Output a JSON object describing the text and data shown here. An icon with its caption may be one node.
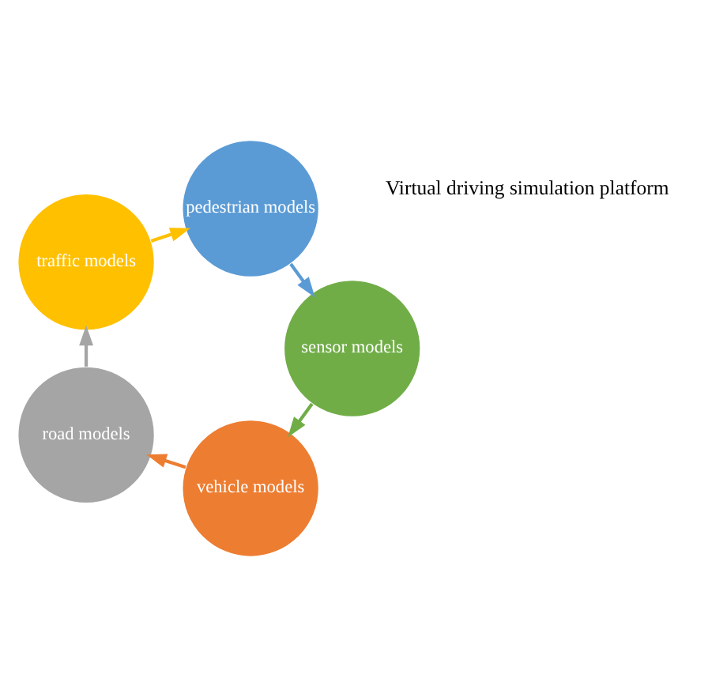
{
  "diagram": {
    "nodes": [
      {
        "text": [
          "vehicle models"
        ]
      },
      {
        "text": [
          "road models"
        ]
      },
      {
        "text": [
          "traffic models"
        ]
      },
      {
        "text": [
          "pedestrian models"
        ]
      },
      {
        "text": [
          "sensor models"
        ]
      }
    ],
    "edges": [
      {
        "from": 0,
        "to": 1,
        "arrow": "to",
        "color": "#ed7d31"
      },
      {
        "from": 1,
        "to": 2,
        "arrow": "to",
        "color": "#a5a5a5"
      },
      {
        "from": 2,
        "to": 3,
        "arrow": "to",
        "color": "#ffc000"
      },
      {
        "from": 3,
        "to": 4,
        "arrow": "to",
        "color": "#5b9bd5"
      },
      {
        "from": 4,
        "to": 0,
        "arrow": "to",
        "color": "#70ad47"
      }
    ],
    "labels": [
      "Virtual driving simulation platform"
    ]
  }
}
